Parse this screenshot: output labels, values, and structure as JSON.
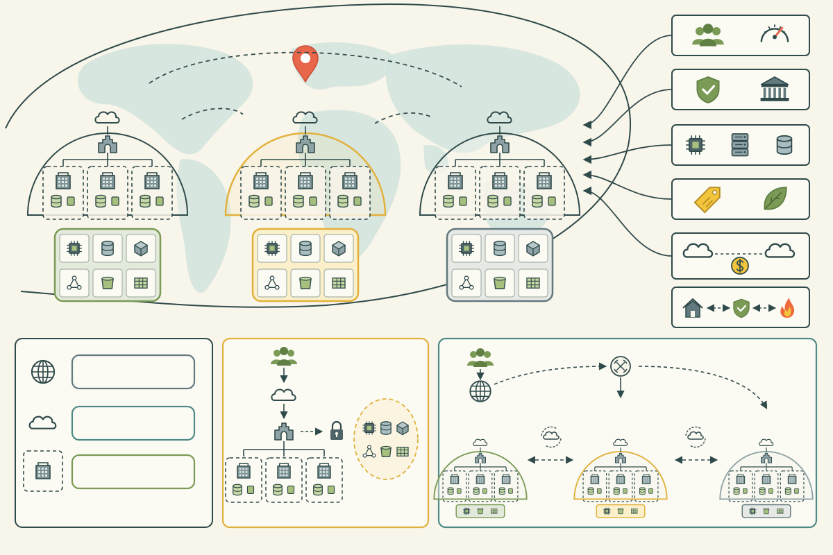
{
  "colors": {
    "background": "#f8f5ea",
    "map": "#d4e4df",
    "outline": "#2f4a4a",
    "slate": "#62797e",
    "olive": "#7a9a55",
    "olive_light": "#c8d9a5",
    "gold": "#e2b13c",
    "gold_light": "#f6e4a6",
    "pin": "#e8664a",
    "teal": "#4f8a87",
    "sage_fill": "#e3eadb",
    "gray_fill": "#e6e9e6",
    "gold_fill": "#fbf0c9",
    "coin": "#f2c53d",
    "flame": "#ee6a3a"
  },
  "regions": [
    {
      "name": "region-left",
      "state": "standard",
      "accent": "olive"
    },
    {
      "name": "region-center",
      "state": "selected",
      "accent": "gold"
    },
    {
      "name": "region-right",
      "state": "standard",
      "accent": "slate"
    }
  ],
  "service_grid_icons": [
    "chip-icon",
    "database-icon",
    "cube-icon",
    "network-icon",
    "bucket-icon",
    "table-icon"
  ],
  "criteria_cards": [
    {
      "name": "users-latency",
      "icons": [
        "users-icon",
        "gauge-icon"
      ]
    },
    {
      "name": "compliance",
      "icons": [
        "shield-check-icon",
        "bank-icon"
      ]
    },
    {
      "name": "capacity",
      "icons": [
        "chip-icon",
        "server-icon",
        "database-icon"
      ]
    },
    {
      "name": "cost-sustainability",
      "icons": [
        "price-tag-icon",
        "leaf-icon"
      ]
    },
    {
      "name": "data-transfer-cost",
      "icons": [
        "cloud-icon",
        "dollar-coin-icon",
        "cloud-icon"
      ]
    },
    {
      "name": "disaster-recovery",
      "icons": [
        "home-icon",
        "shield-check-icon",
        "flame-icon"
      ]
    }
  ],
  "legend_items": [
    {
      "name": "global",
      "icon": "globe-icon",
      "accent": "slate"
    },
    {
      "name": "region",
      "icon": "cloud-icon",
      "accent": "teal"
    },
    {
      "name": "availability-zone",
      "icon": "building-icon",
      "accent": "olive"
    }
  ]
}
